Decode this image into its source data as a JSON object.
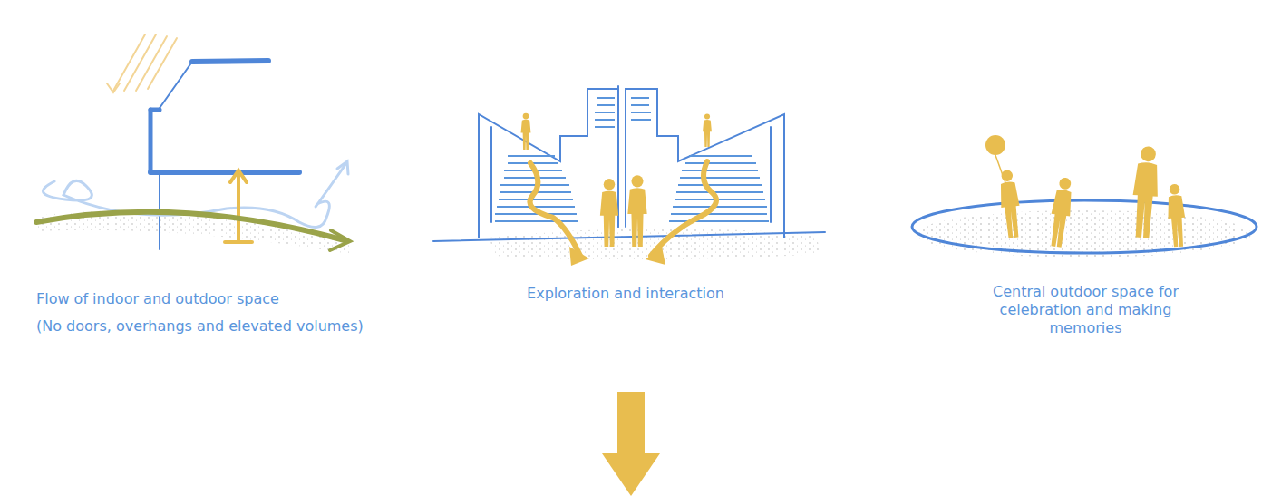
{
  "diagram": {
    "labels": [
      "Flow of indoor and outdoor space",
      "(No doors, overhangs and elevated volumes)",
      "Exploration and interaction",
      "Central outdoor space for celebration and making memories"
    ]
  }
}
